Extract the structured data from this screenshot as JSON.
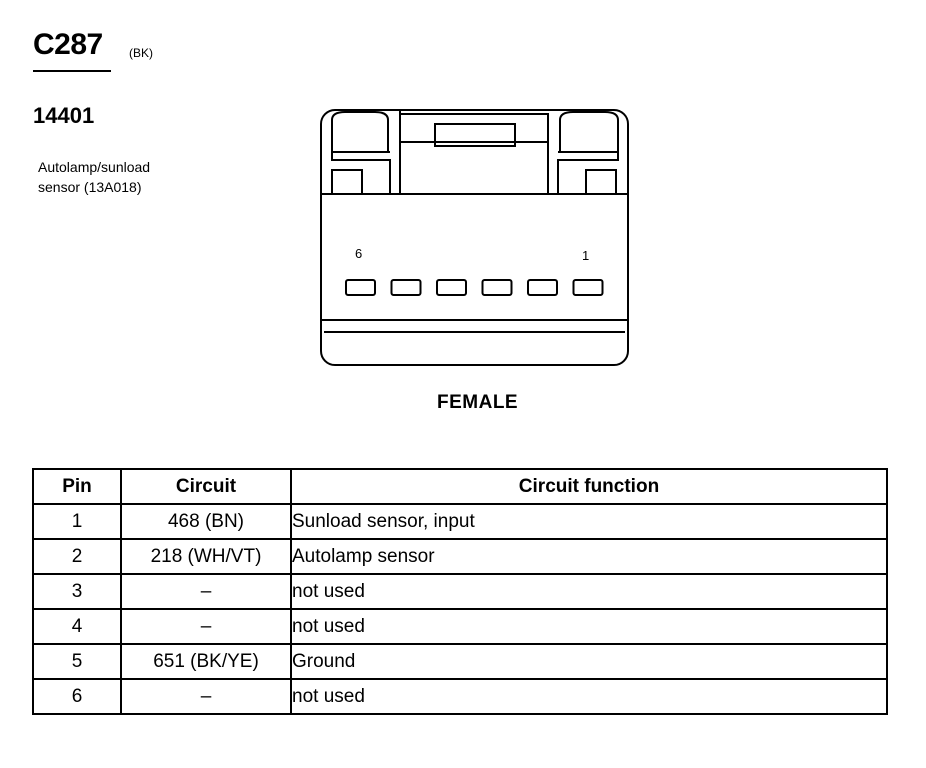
{
  "header": {
    "connector_id": "C287",
    "color_code": "(BK)",
    "part_number": "14401",
    "description_line1": "Autolamp/sunload",
    "description_line2": "sensor (13A018)"
  },
  "diagram": {
    "pin_label_left": "6",
    "pin_label_right": "1",
    "pin_count": 6,
    "gender": "FEMALE"
  },
  "table": {
    "headers": [
      "Pin",
      "Circuit",
      "Circuit function"
    ],
    "rows": [
      {
        "pin": "1",
        "circuit": "468 (BN)",
        "function": "Sunload sensor, input"
      },
      {
        "pin": "2",
        "circuit": "218 (WH/VT)",
        "function": "Autolamp sensor"
      },
      {
        "pin": "3",
        "circuit": "–",
        "function": "not used"
      },
      {
        "pin": "4",
        "circuit": "–",
        "function": "not used"
      },
      {
        "pin": "5",
        "circuit": "651 (BK/YE)",
        "function": "Ground"
      },
      {
        "pin": "6",
        "circuit": "–",
        "function": "not used"
      }
    ]
  }
}
